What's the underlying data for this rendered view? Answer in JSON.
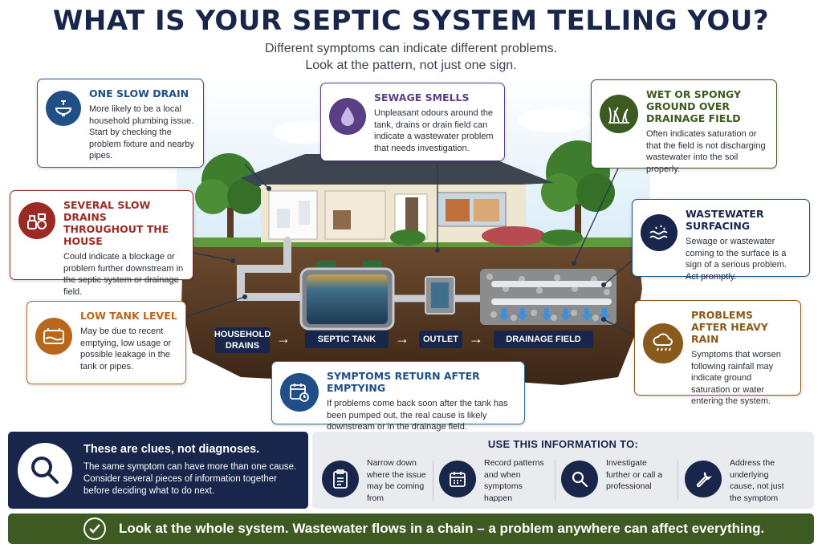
{
  "header": {
    "title": "WHAT IS YOUR SEPTIC SYSTEM TELLING YOU?",
    "subtitle_line1": "Different symptoms can indicate different problems.",
    "subtitle_line2": "Look at the pattern, not just one sign."
  },
  "colors": {
    "navy": "#17264a",
    "blue": "#1e4f86",
    "red": "#9a2a24",
    "orange": "#b8671c",
    "purple": "#5b3f86",
    "green_dark": "#3c5a21",
    "brown": "#8a5a1c",
    "teal": "#2f6d8a"
  },
  "cards": {
    "one_slow_drain": {
      "title": "ONE SLOW DRAIN",
      "text": "More likely to be a local household plumbing issue. Start by checking the problem fixture and nearby pipes.",
      "icon": "sink-icon"
    },
    "several_slow_drains": {
      "title": "SEVERAL SLOW DRAINS THROUGHOUT THE HOUSE",
      "text": "Could indicate a blockage or problem further downstream in the septic system or drainage field.",
      "icon": "fixtures-icon"
    },
    "low_tank_level": {
      "title": "LOW TANK LEVEL",
      "text": "May be due to recent emptying, low usage or possible leakage in the tank or pipes.",
      "icon": "tank-icon"
    },
    "sewage_smells": {
      "title": "SEWAGE SMELLS",
      "text": "Unpleasant odours around the tank, drains or drain field can indicate a wastewater problem that needs investigation.",
      "icon": "droplet-icon"
    },
    "wet_ground": {
      "title": "WET OR SPONGY GROUND OVER DRAINAGE FIELD",
      "text": "Often indicates saturation or that the field is not discharging wastewater into the soil properly.",
      "icon": "grass-icon"
    },
    "wastewater_surfacing": {
      "title": "WASTEWATER SURFACING",
      "text": "Sewage or wastewater coming to the surface is a sign of a serious problem. Act promptly.",
      "icon": "waves-icon"
    },
    "heavy_rain": {
      "title": "PROBLEMS AFTER HEAVY RAIN",
      "text": "Symptoms that worsen following rainfall may indicate ground saturation or water entering the system.",
      "icon": "rain-cloud-icon"
    },
    "after_emptying": {
      "title": "SYMPTOMS RETURN AFTER EMPTYING",
      "text": "If problems come back soon after the tank has been pumped out, the real cause is likely downstream or in the drainage field.",
      "icon": "calendar-clock-icon"
    }
  },
  "flow": {
    "household_drains": "HOUSEHOLD DRAINS",
    "septic_tank": "SEPTIC TANK",
    "outlet": "OUTLET",
    "drainage_field": "DRAINAGE FIELD"
  },
  "clues": {
    "title": "These are clues, not diagnoses.",
    "text": "The same symptom can have more than one cause. Consider several pieces of information together before deciding what to do next.",
    "icon": "magnifier-icon"
  },
  "use_info": {
    "title": "USE THIS INFORMATION TO:",
    "items": [
      {
        "text": "Narrow down where the issue may be coming from",
        "icon": "clipboard-icon"
      },
      {
        "text": "Record patterns and when symptoms happen",
        "icon": "calendar-icon"
      },
      {
        "text": "Investigate further or call a professional",
        "icon": "search-icon"
      },
      {
        "text": "Address the underlying cause, not just the symptom",
        "icon": "wrench-icon"
      }
    ]
  },
  "footer": {
    "text": "Look at the whole system. Wastewater flows in a chain – a problem anywhere can affect everything.",
    "icon": "check-circle-icon"
  }
}
